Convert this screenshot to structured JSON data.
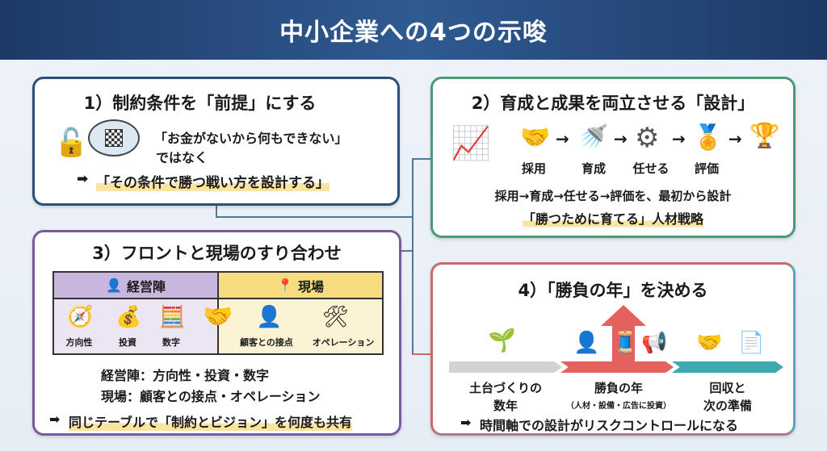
{
  "title": "中小企業への4つの示唆",
  "card1": {
    "title": "1）制約条件を「前提」にする",
    "quote": "「お金がないから何もできない」",
    "not": "ではなく",
    "arrow": "➡",
    "conclusion": "「その条件で勝つ戦い方を設計する」"
  },
  "card2": {
    "title": "2）育成と成果を両立させる「設計」",
    "steps": [
      "採用",
      "育成",
      "任せる",
      "評価"
    ],
    "arrow": "→",
    "line1": "採用→育成→任せる→評価を、最初から設計",
    "line2": "「勝つために育てる」人材戦略"
  },
  "card3": {
    "title": "3）フロントと現場のすり合わせ",
    "left_head": "経営陣",
    "right_head": "現場",
    "left_items": [
      "方向性",
      "投資",
      "数字"
    ],
    "right_items": [
      "顧客との接点",
      "オペレーション"
    ],
    "summary1": "経営陣：方向性・投資・数字",
    "summary2": "現場：顧客との接点・オペレーション",
    "arrow": "➡",
    "conclusion": "同じテーブルで「制約とビジョン」を何度も共有"
  },
  "card4": {
    "title": "4）「勝負の年」を決める",
    "phases": [
      {
        "l1": "土台づくりの",
        "l2": "数年"
      },
      {
        "l1": "勝負の年",
        "l2": "（人材・設備・広告に投資）"
      },
      {
        "l1": "回収と",
        "l2": "次の準備"
      }
    ],
    "arrow": "➡",
    "conclusion": "時間軸での設計がリスクコントロールになる"
  },
  "colors": {
    "header": "#1d3a66",
    "card1": "#2b4f7a",
    "card2": "#4a9a78",
    "card3": "#7a5a9a",
    "card4": "#c76a6a"
  }
}
